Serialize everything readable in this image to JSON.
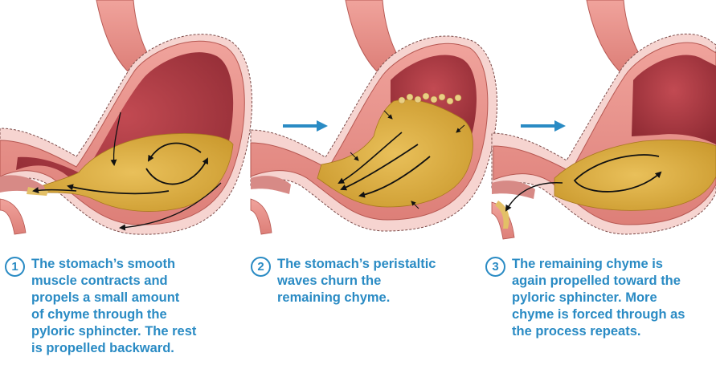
{
  "steps": [
    {
      "number": "1",
      "text": "The stomach’s smooth\nmuscle contracts and\npropels a small amount\nof chyme through the\npyloric sphincter. The rest\nis propelled backward."
    },
    {
      "number": "2",
      "text": "The stomach’s peristaltic\nwaves churn the\nremaining chyme."
    },
    {
      "number": "3",
      "text": "The remaining chyme is\nagain propelled toward the\npyloric sphincter. More\nchyme is forced through as\nthe process repeats."
    }
  ],
  "colors": {
    "label_blue": "#2a8bc4",
    "stomach_wall": "#e8968f",
    "stomach_outer": "#f3c6c2",
    "stomach_interior": "#a8353f",
    "chyme": "#d9aa3a"
  }
}
